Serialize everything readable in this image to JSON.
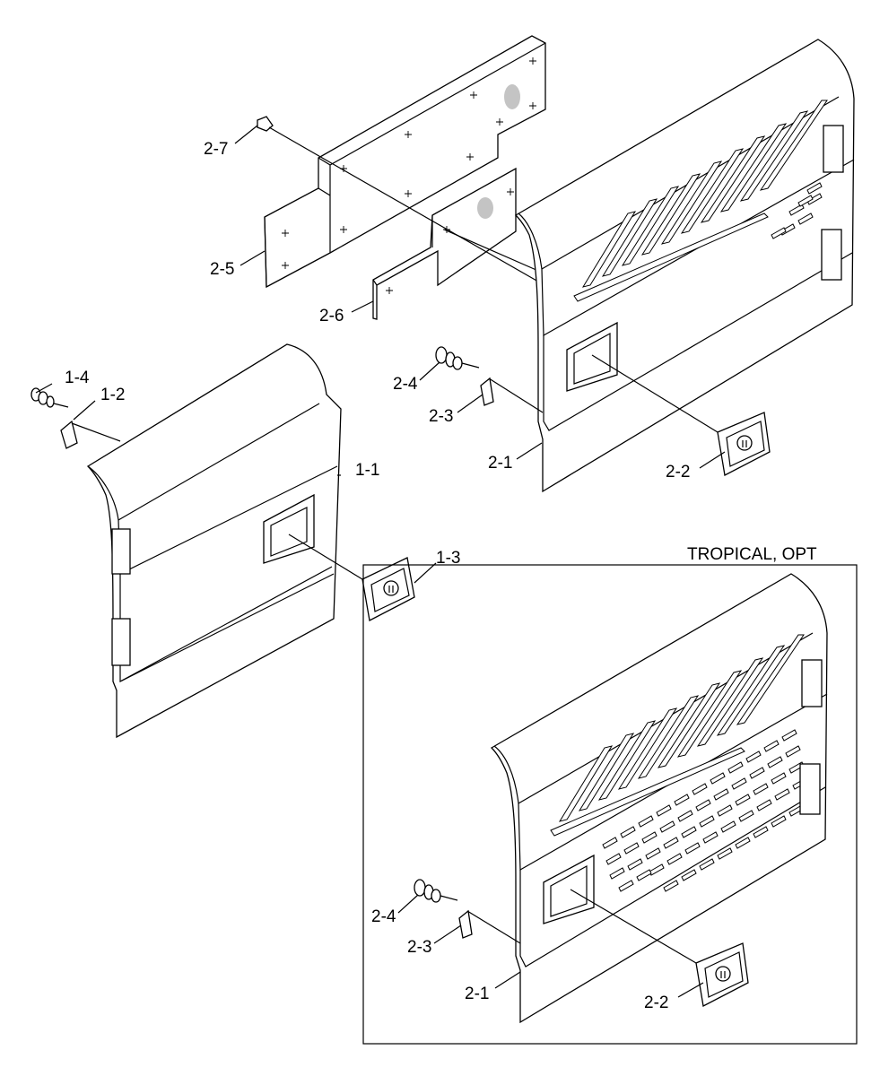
{
  "title": "TROPICAL, OPT",
  "callouts": {
    "c_2_7": "2-7",
    "c_2_5": "2-5",
    "c_2_6": "2-6",
    "c_1_4": "1-4",
    "c_1_2": "1-2",
    "c_2_4_top": "2-4",
    "c_2_3_top": "2-3",
    "c_2_1_top": "2-1",
    "c_2_2_top": "2-2",
    "c_1_1": "1-1",
    "c_1_3": "1-3",
    "c_2_4_bot": "2-4",
    "c_2_3_bot": "2-3",
    "c_2_1_bot": "2-1",
    "c_2_2_bot": "2-2"
  },
  "colors": {
    "line": "#000000",
    "background": "#ffffff"
  }
}
